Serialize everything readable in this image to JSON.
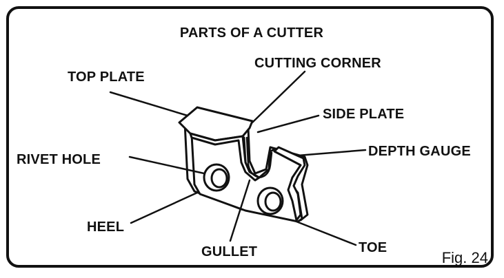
{
  "title": "PARTS OF A CUTTER",
  "figure_label": "Fig. 24",
  "labels": {
    "top_plate": "TOP PLATE",
    "cutting_corner": "CUTTING CORNER",
    "side_plate": "SIDE PLATE",
    "depth_gauge": "DEPTH GAUGE",
    "rivet_hole": "RIVET HOLE",
    "heel": "HEEL",
    "gullet": "GULLET",
    "toe": "TOE"
  }
}
